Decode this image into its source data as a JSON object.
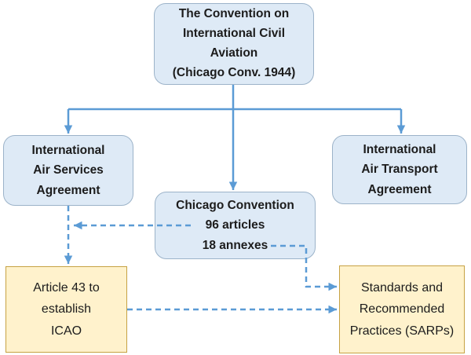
{
  "colors": {
    "connector": "#5B9BD5",
    "blue_box_fill": "#DEEAF6",
    "blue_box_border": "#9CB3C9",
    "yellow_box_fill": "#FFF2CC",
    "yellow_box_border": "#C6A243",
    "text": "#1C1C1C",
    "background": "#FFFFFF"
  },
  "nodes": {
    "convention": {
      "label": "The Convention on\nInternational Civil\nAviation\n(Chicago Conv. 1944)"
    },
    "air_services": {
      "label": "International\nAir Services\nAgreement"
    },
    "chicago": {
      "label": "Chicago Convention\n96 articles\n18 annexes"
    },
    "air_transport": {
      "label": "International\nAir Transport\nAgreement"
    },
    "article43": {
      "label": "Article 43 to\nestablish\nICAO"
    },
    "sarps": {
      "label": "Standards and\nRecommended\nPractices (SARPs)"
    }
  },
  "edges": [
    {
      "from": "convention",
      "to": "air_services",
      "style": "solid-arrow"
    },
    {
      "from": "convention",
      "to": "chicago",
      "style": "solid-arrow"
    },
    {
      "from": "convention",
      "to": "air_transport",
      "style": "solid-arrow"
    },
    {
      "from": "air_services",
      "to": "article43",
      "style": "dashed-arrow"
    },
    {
      "from": "chicago",
      "to": "air_services-article43-link",
      "style": "dashed-arrow"
    },
    {
      "from": "chicago",
      "to": "sarps",
      "style": "dashed-arrow"
    },
    {
      "from": "article43",
      "to": "sarps",
      "style": "dashed-arrow"
    }
  ]
}
